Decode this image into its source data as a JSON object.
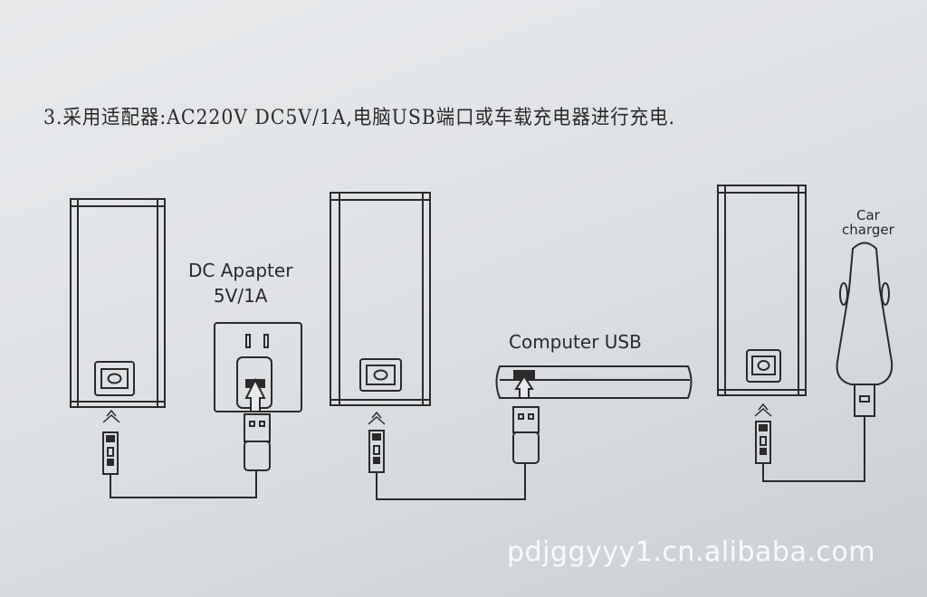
{
  "heading": "3.采用适配器:AC220V DC5V/1A,电脑USB端口或车载充电器进行充电.",
  "labels": {
    "dc_adapter_line1": "DC Apapter",
    "dc_adapter_line2": "5V/1A",
    "computer_usb": "Computer USB",
    "car_line1": "Car",
    "car_line2": "charger"
  },
  "watermark": "pdjggyyy1.cn.alibaba.com"
}
